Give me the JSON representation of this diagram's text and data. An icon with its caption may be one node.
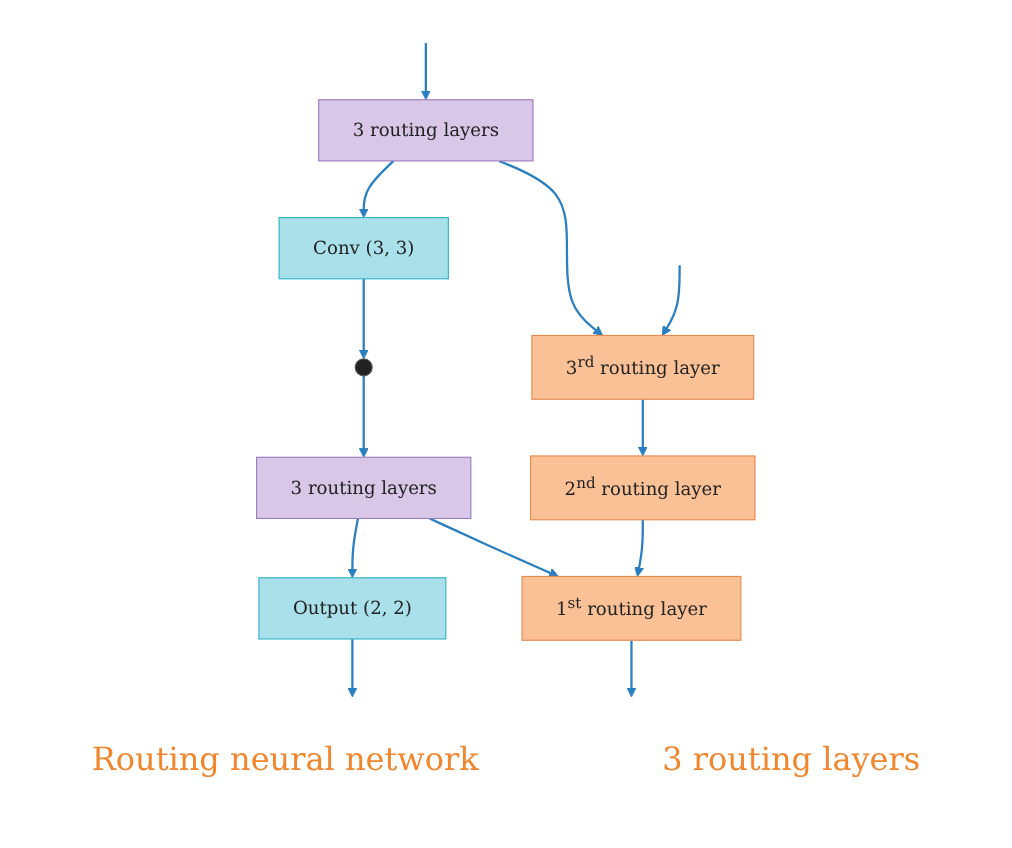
{
  "diagram": {
    "nodes": [
      {
        "text": [
          "3 routing layers"
        ]
      },
      {
        "text": [
          "Conv (3, 3)"
        ]
      },
      {
        "text": [],
        "shape": "dots"
      },
      {
        "text": [
          "3 routing layers"
        ]
      },
      {
        "text": [
          "Output (2, 2)"
        ]
      },
      {
        "text": [
          "3$^{rd}$ routing layer"
        ]
      },
      {
        "text": [
          "2$^{nd}$ routing layer"
        ]
      },
      {
        "text": [
          "1$^{st}$ routing layer"
        ]
      }
    ],
    "edges": [
      {
        "from": null,
        "to": 0,
        "arrow": "to"
      },
      {
        "from": 0,
        "to": 1,
        "arrow": "to"
      },
      {
        "from": 1,
        "to": 2,
        "arrow": "to"
      },
      {
        "from": 2,
        "to": 3,
        "arrow": "to"
      },
      {
        "from": 3,
        "to": 4,
        "arrow": "to"
      },
      {
        "from": 4,
        "to": null,
        "arrow": "to"
      },
      {
        "from": 0,
        "to": 5,
        "arrow": "to"
      },
      {
        "from": 3,
        "to": 7,
        "arrow": "to"
      },
      {
        "from": null,
        "to": 5,
        "arrow": "to"
      },
      {
        "from": 5,
        "to": 6,
        "arrow": "to"
      },
      {
        "from": 6,
        "to": 7,
        "arrow": "to"
      },
      {
        "from": 7,
        "to": null,
        "arrow": "to"
      }
    ],
    "labels": [
      "Routing neural network",
      "3 routing layers"
    ]
  }
}
